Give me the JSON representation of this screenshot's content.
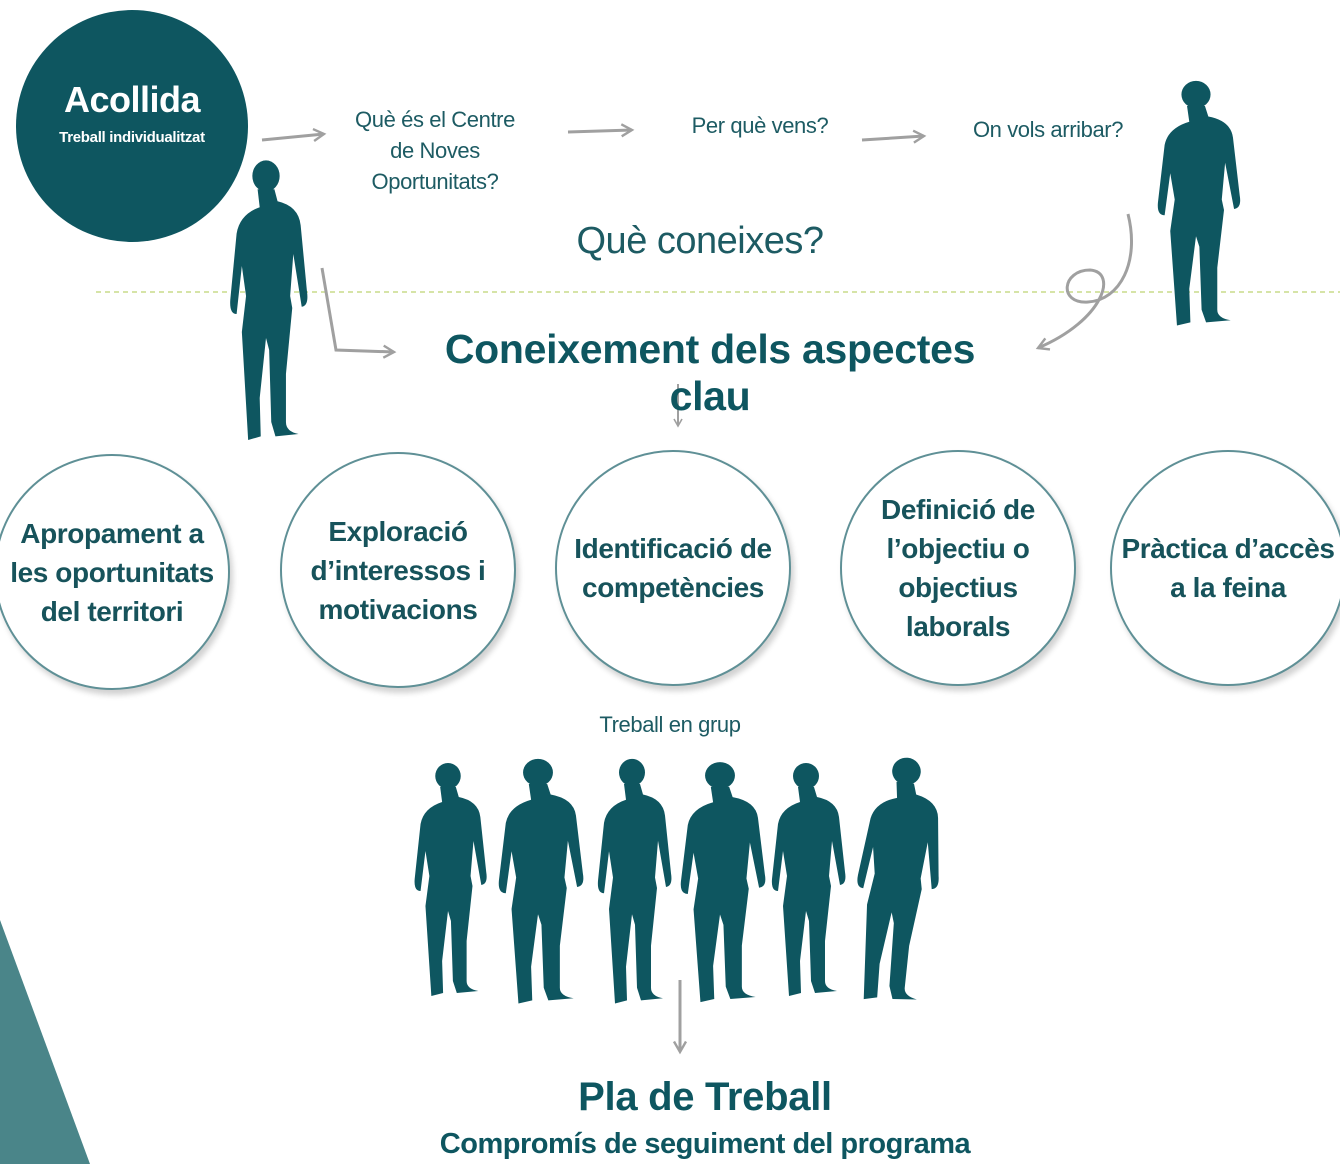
{
  "colors": {
    "primary": "#0e5660",
    "text": "#1d5b63",
    "arrow": "#a0a0a0",
    "dashed_line": "#c8dc8a",
    "corner_shape": "#4a8589"
  },
  "acollida": {
    "title": "Acollida",
    "subtitle": "Treball individualitzat"
  },
  "questions": [
    {
      "text": "Què és el Centre de Noves Oportunitats?"
    },
    {
      "text": "Per què vens?"
    },
    {
      "text": "On vols arribar?"
    }
  ],
  "que_coneixes": "Què coneixes?",
  "coneixement": "Coneixement dels aspectes clau",
  "circles": [
    {
      "label": "Apropament a les oportunitats del territori"
    },
    {
      "label": "Exploració d’interessos i motivacions"
    },
    {
      "label": "Identificació de competències"
    },
    {
      "label": "Definició de l’objectiu o objectius laborals"
    },
    {
      "label": "Pràctica d’accès a la feina"
    }
  ],
  "treball_grup": "Treball en grup",
  "pla": {
    "title": "Pla de Treball",
    "subtitle": "Compromís de seguiment del programa"
  }
}
